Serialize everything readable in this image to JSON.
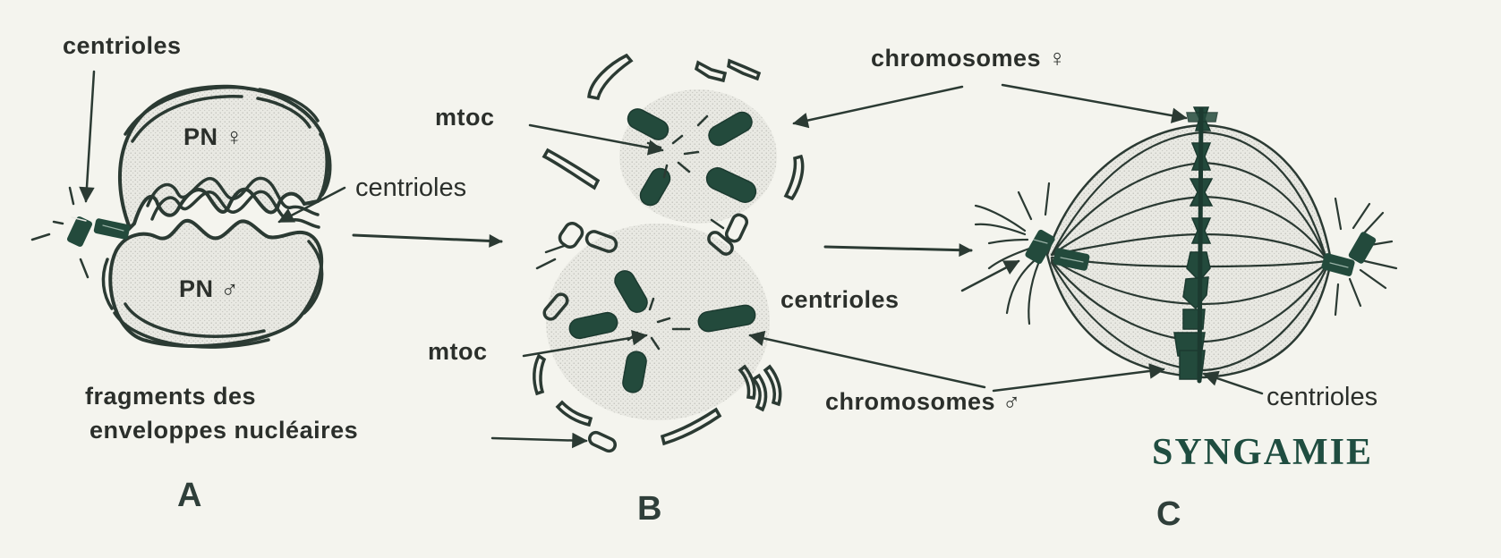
{
  "panels": {
    "A": {
      "letter": "A",
      "label_centrioles_top": "centrioles",
      "label_pn_female": "PN ♀",
      "label_pn_male": "PN ♂",
      "label_centrioles_mid": "centrioles",
      "label_fragments_line1": "fragments des",
      "label_fragments_line2": "enveloppes nucléaires"
    },
    "B": {
      "letter": "B",
      "label_mtoc_top": "mtoc",
      "label_mtoc_bottom": "mtoc"
    },
    "C": {
      "letter": "C",
      "label_chromosomes_female": "chromosomes ♀",
      "label_centrioles_left": "centrioles",
      "label_chromosomes_male": "chromosomes ♂",
      "label_centrioles_bottom": "centrioles",
      "title": "SYNGAMIE"
    }
  },
  "colors": {
    "ink": "#2b3a33",
    "chromosome": "#234a3c",
    "stipple": "#d9d9d2",
    "background": "#f4f4ee"
  }
}
